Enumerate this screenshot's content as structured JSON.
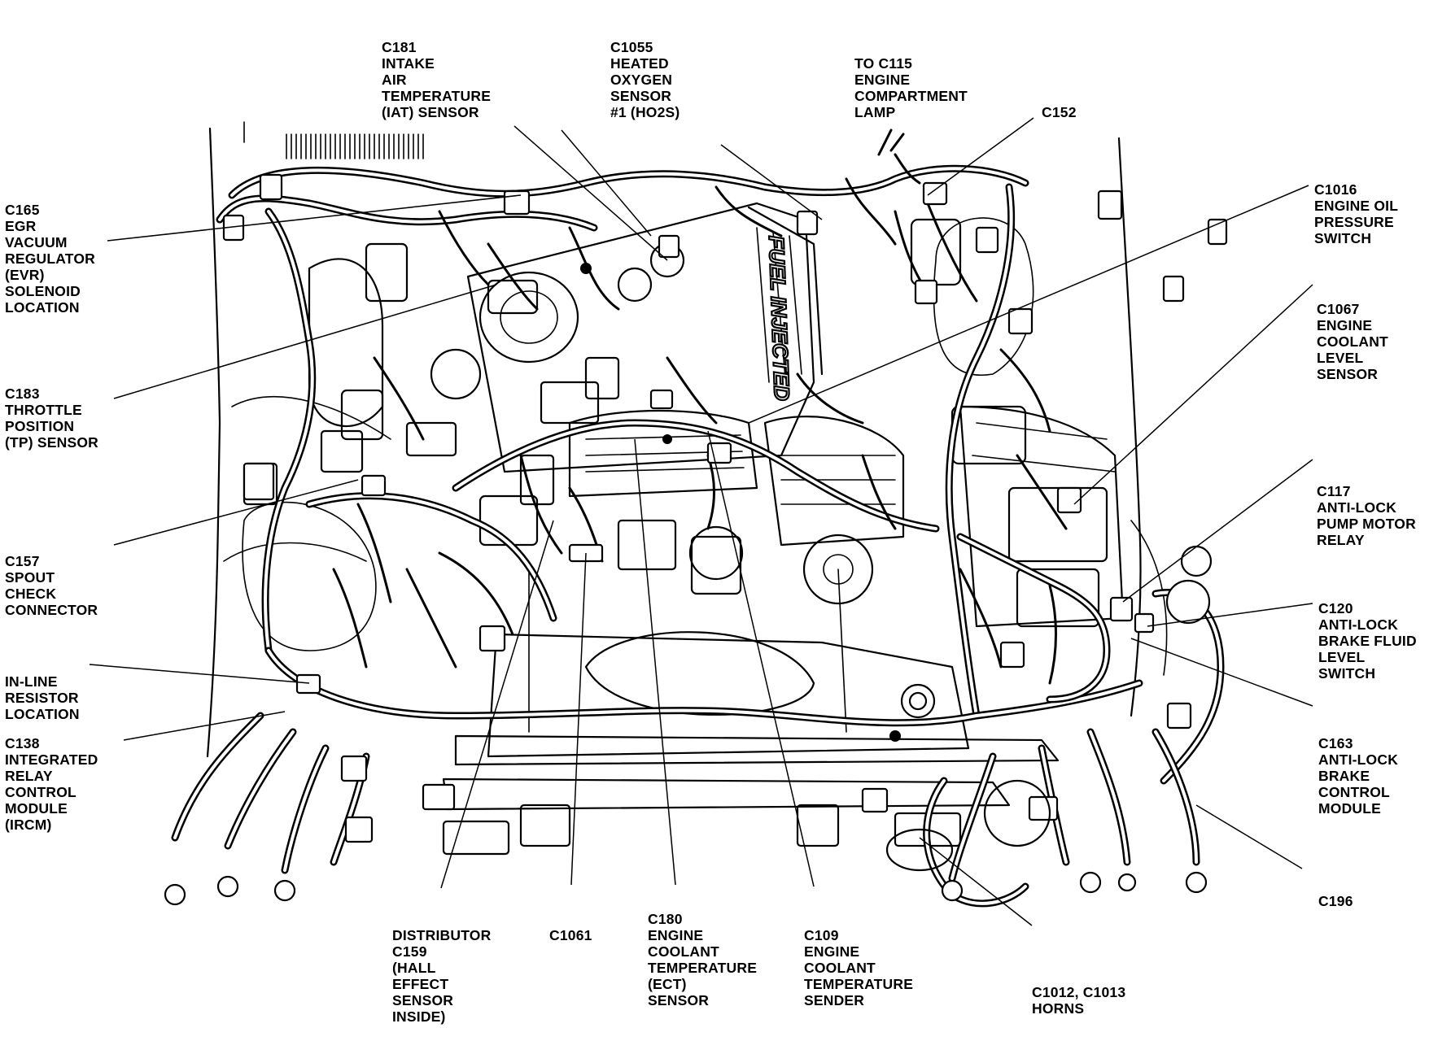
{
  "labels": {
    "c181": [
      "C181",
      "INTAKE",
      "AIR",
      "TEMPERATURE",
      "(IAT) SENSOR"
    ],
    "c1055": [
      "C1055",
      "HEATED",
      "OXYGEN",
      "SENSOR",
      "#1 (HO2S)"
    ],
    "c115": [
      "TO C115",
      "ENGINE",
      "COMPARTMENT",
      "LAMP"
    ],
    "c152": [
      "C152"
    ],
    "c165": [
      "C165",
      "EGR",
      "VACUUM",
      "REGULATOR",
      "(EVR)",
      "SOLENOID",
      "LOCATION"
    ],
    "c1016": [
      "C1016",
      "ENGINE OIL",
      "PRESSURE",
      "SWITCH"
    ],
    "c1067": [
      "C1067",
      "ENGINE",
      "COOLANT",
      "LEVEL",
      "SENSOR"
    ],
    "c183": [
      "C183",
      "THROTTLE",
      "POSITION",
      "(TP) SENSOR"
    ],
    "c117": [
      "C117",
      "ANTI-LOCK",
      "PUMP MOTOR",
      "RELAY"
    ],
    "c157": [
      "C157",
      "SPOUT",
      "CHECK",
      "CONNECTOR"
    ],
    "c120": [
      "C120",
      "ANTI-LOCK",
      "BRAKE FLUID",
      "LEVEL",
      "SWITCH"
    ],
    "inline_resistor": [
      "IN-LINE",
      "RESISTOR",
      "LOCATION"
    ],
    "c138": [
      "C138",
      "INTEGRATED",
      "RELAY",
      "CONTROL",
      "MODULE",
      "(IRCM)"
    ],
    "c163": [
      "C163",
      "ANTI-LOCK",
      "BRAKE",
      "CONTROL",
      "MODULE"
    ],
    "c196": [
      "C196"
    ],
    "c159": [
      "DISTRIBUTOR",
      "C159",
      "(HALL",
      "EFFECT",
      "SENSOR",
      "INSIDE)"
    ],
    "c1061": [
      "C1061"
    ],
    "c180": [
      "C180",
      "ENGINE",
      "COOLANT",
      "TEMPERATURE",
      "(ECT)",
      "SENSOR"
    ],
    "c109": [
      "C109",
      "ENGINE",
      "COOLANT",
      "TEMPERATURE",
      "SENDER"
    ],
    "horns": [
      "C1012, C1013",
      "HORNS"
    ]
  },
  "engine_marking": "FUEL INJECTED"
}
